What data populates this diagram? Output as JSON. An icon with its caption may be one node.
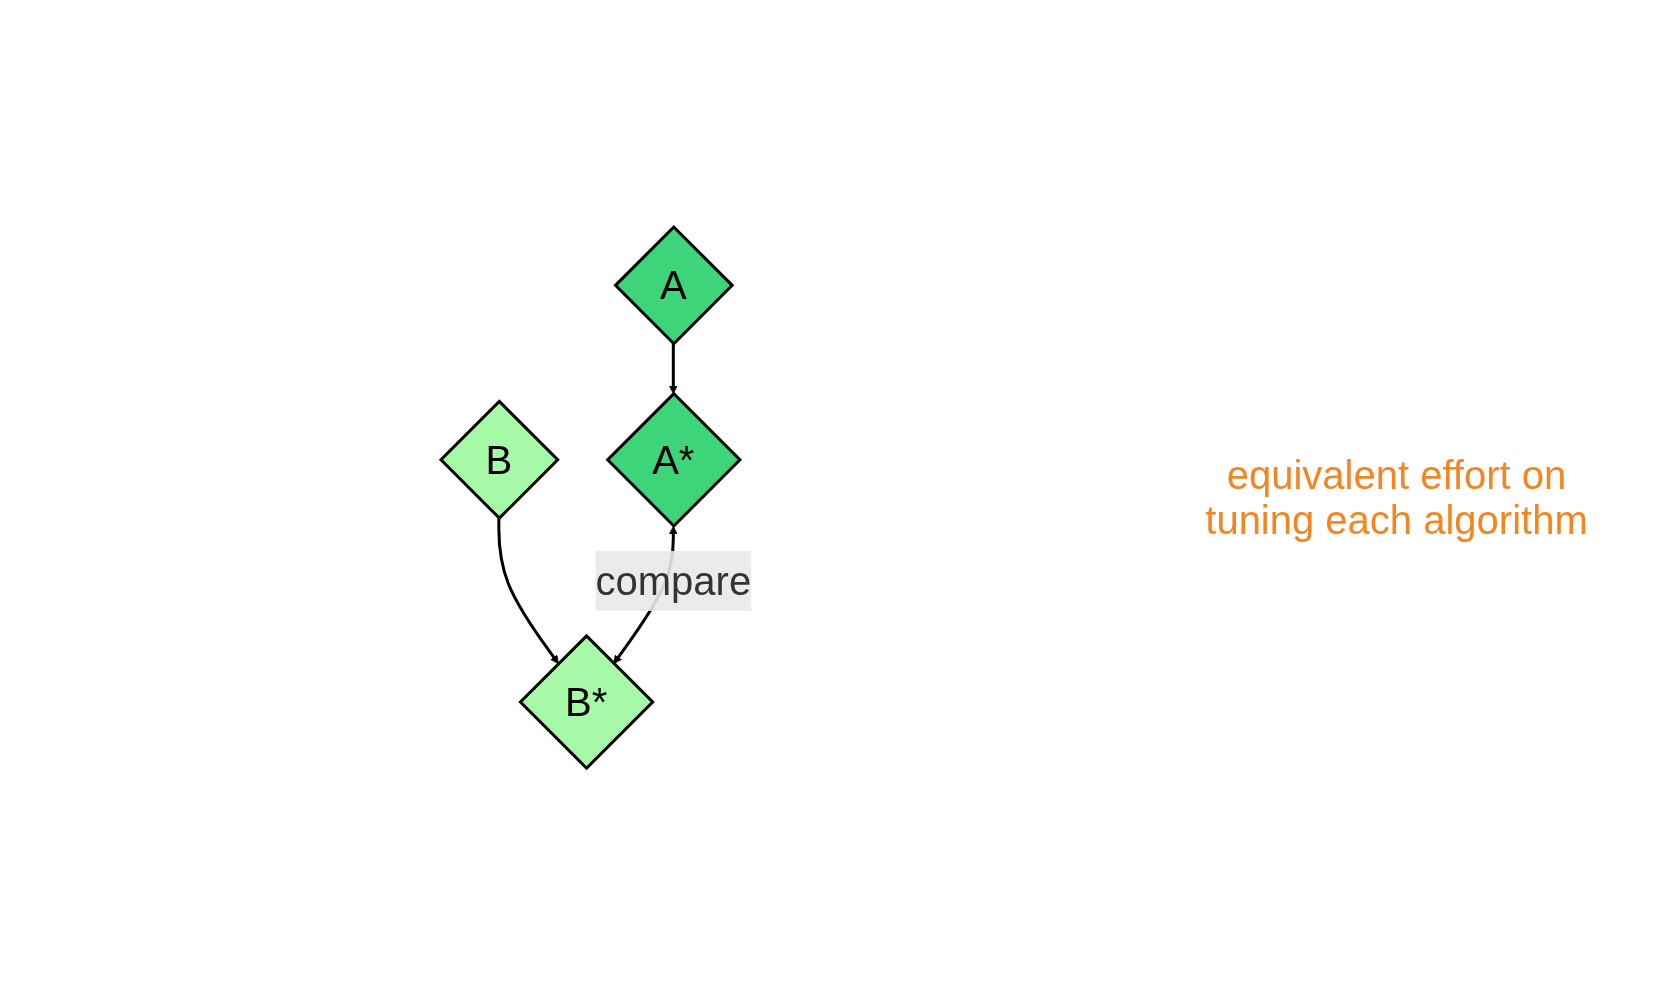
{
  "diagram": {
    "nodes": [
      {
        "text": [
          "A"
        ]
      },
      {
        "text": [
          "B"
        ]
      },
      {
        "text": [
          "A*"
        ]
      },
      {
        "text": [
          "B*"
        ]
      }
    ],
    "edges": [
      {
        "from": 0,
        "to": 2,
        "arrow": "to"
      },
      {
        "from": 1,
        "to": 3,
        "arrow": "to"
      },
      {
        "from": 2,
        "to": 3,
        "arrow": "both",
        "label": "compare"
      }
    ],
    "labels": [
      "equivalent effort on tuning each algorithm"
    ]
  }
}
